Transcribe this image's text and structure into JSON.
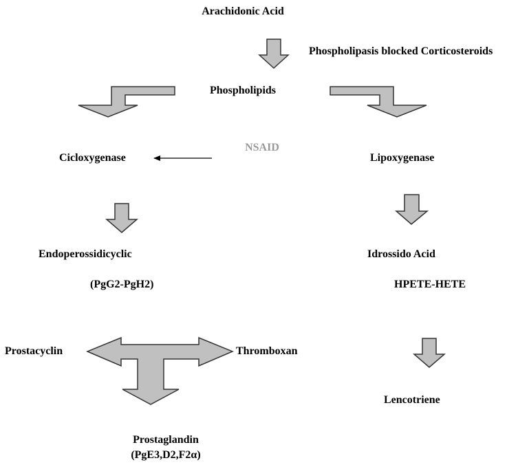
{
  "diagram": {
    "arachidonic_acid": "Arachidonic Acid",
    "phospholipasis_note": "Phospholipasis blocked Corticosteroids",
    "phospholipids": "Phospholipids",
    "nsaid": "NSAID",
    "cicloxygenase": "Cicloxygenase",
    "lipoxygenase": "Lipoxygenase",
    "endoperossidicyclic": "Endoperossidicyclic",
    "pg_g2_h2": "(PgG2-PgH2)",
    "idrossido_acid": "Idrossido Acid",
    "hpete_hete": "HPETE-HETE",
    "prostacyclin": "Prostacyclin",
    "thromboxan": "Thromboxan",
    "prostaglandin": "Prostaglandin",
    "prostaglandin_types": "(PgE3,D2,F2α)",
    "lencotriene": "Lencotriene"
  },
  "colors": {
    "arrow_fill": "#c0c0c0",
    "arrow_stroke": "#333333",
    "nsaid_text": "#9a9a9a",
    "text": "#000000"
  }
}
